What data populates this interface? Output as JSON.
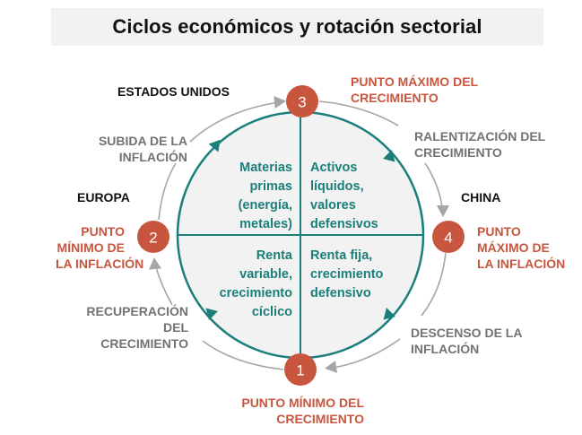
{
  "title": "Ciclos económicos y rotación sectorial",
  "colors": {
    "teal": "#1a7f7a",
    "orange": "#c8563f",
    "gray_text": "#767171",
    "gray_ring": "#a6a6a6",
    "quadrant_fill": "#f2f2f2"
  },
  "phases": [
    {
      "number": "1",
      "label_line1": "PUNTO MÍNIMO DEL",
      "label_line2": "CRECIMIENTO"
    },
    {
      "number": "2",
      "label_line1": "PUNTO",
      "label_line2": "MÍNIMO DE",
      "label_line3": "LA INFLACIÓN",
      "region": "EUROPA"
    },
    {
      "number": "3",
      "label_line1": "PUNTO MÁXIMO DEL",
      "label_line2": "CRECIMIENTO",
      "region": "ESTADOS UNIDOS"
    },
    {
      "number": "4",
      "label_line1": "PUNTO",
      "label_line2": "MÁXIMO DE",
      "label_line3": "LA INFLACIÓN",
      "region": "CHINA"
    }
  ],
  "transitions": {
    "subida_inflacion": {
      "line1": "SUBIDA DE LA",
      "line2": "INFLACIÓN"
    },
    "ralentizacion": {
      "line1": "RALENTIZACIÓN DEL",
      "line2": "CRECIMIENTO"
    },
    "descenso_inflacion": {
      "line1": "DESCENSO DE LA",
      "line2": "INFLACIÓN"
    },
    "recuperacion": {
      "line1": "RECUPERACIÓN",
      "line2": "DEL",
      "line3": "CRECIMIENTO"
    }
  },
  "quadrants": {
    "top_left": [
      "Materias",
      "primas",
      "(energía,",
      "metales)"
    ],
    "top_right": [
      "Activos",
      "líquidos,",
      "valores",
      "defensivos"
    ],
    "bottom_left": [
      "Renta",
      "variable,",
      "crecimiento",
      "cíclico"
    ],
    "bottom_right": [
      "Renta fija,",
      "crecimiento",
      "defensivo"
    ]
  }
}
